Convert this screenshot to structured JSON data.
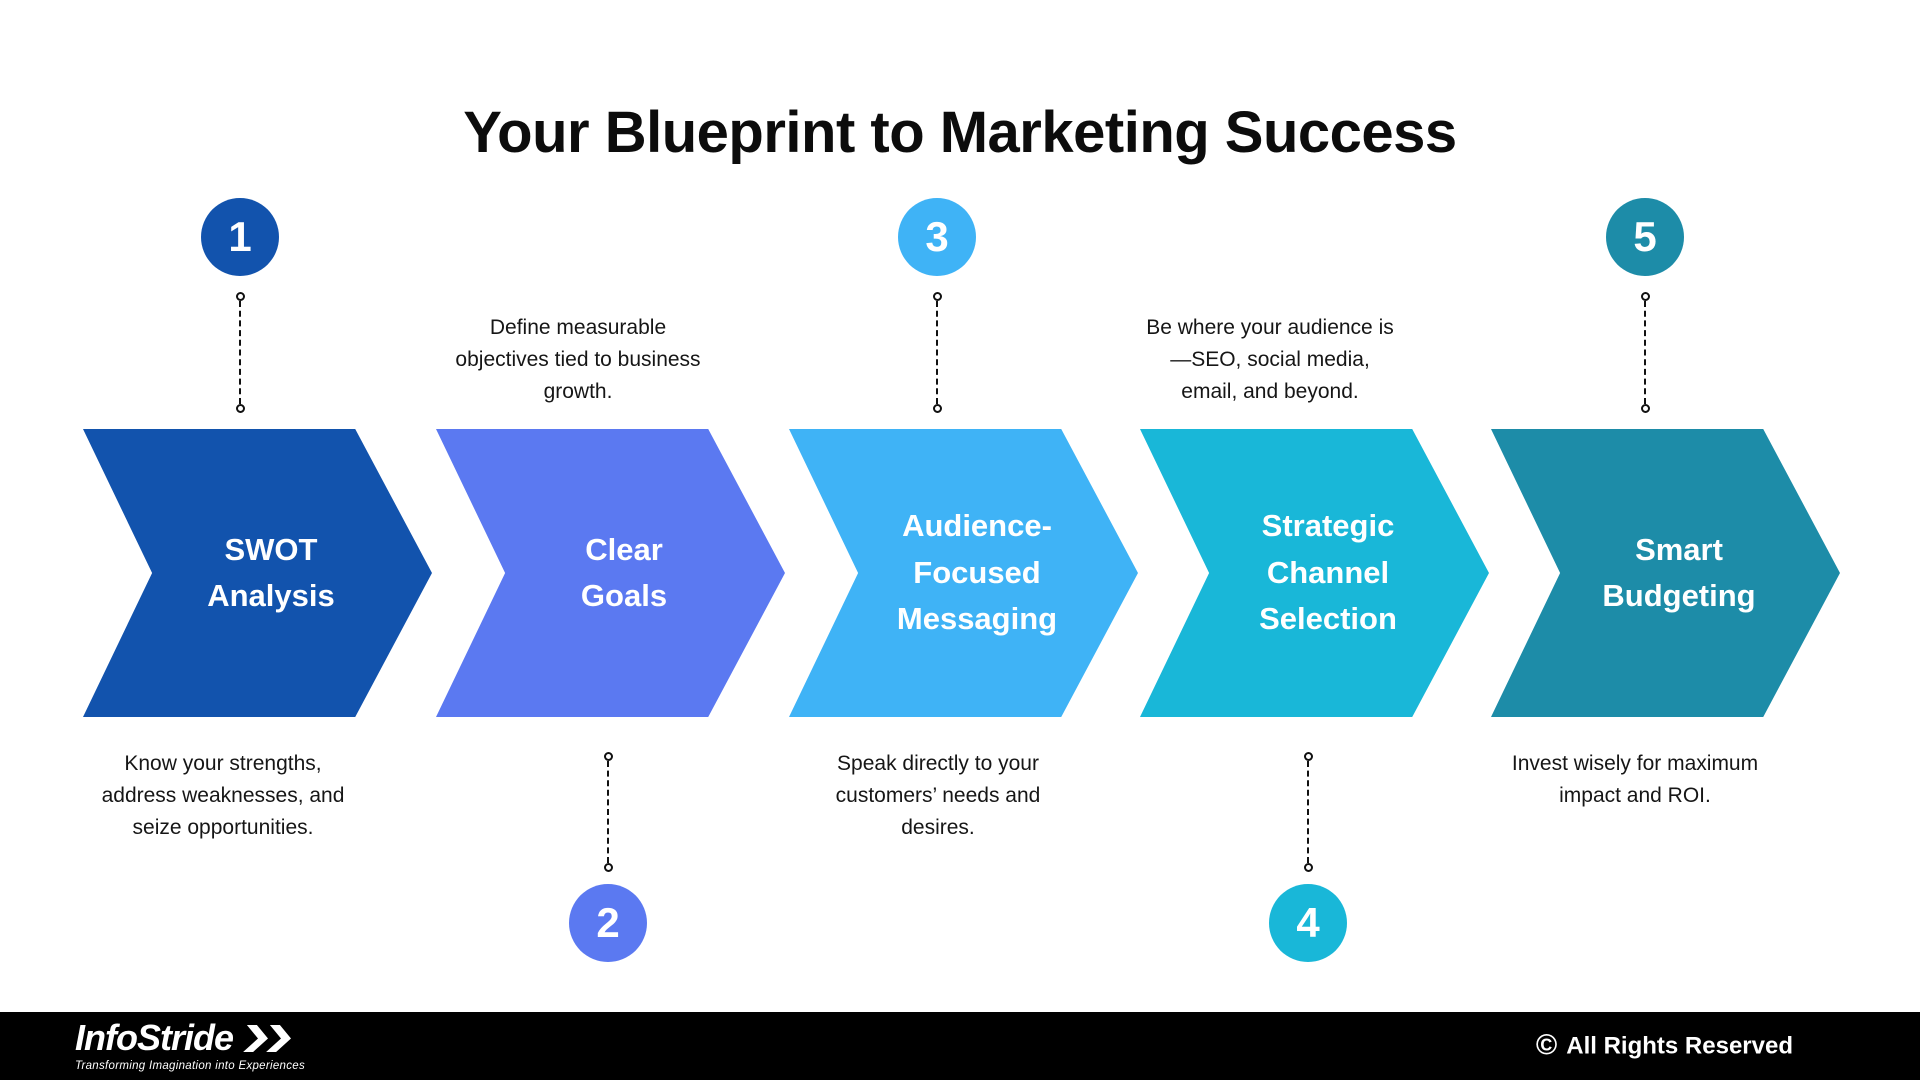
{
  "title": "Your Blueprint to Marketing Success",
  "steps": [
    {
      "number": "1",
      "label": "SWOT\nAnalysis",
      "description": "Know your strengths,\naddress weaknesses, and\nseize opportunities.",
      "color": "#1253ad",
      "number_position": "top",
      "description_position": "below"
    },
    {
      "number": "2",
      "label": "Clear\nGoals",
      "description": "Define measurable\nobjectives tied to business\ngrowth.",
      "color": "#5b79f1",
      "number_position": "bottom",
      "description_position": "above"
    },
    {
      "number": "3",
      "label": "Audience-\nFocused\nMessaging",
      "description": "Speak directly to your\ncustomers’ needs and\ndesires.",
      "color": "#3fb3f6",
      "number_position": "top",
      "description_position": "below"
    },
    {
      "number": "4",
      "label": "Strategic\nChannel\nSelection",
      "description": "Be where your audience is\n—SEO, social media,\nemail, and beyond.",
      "color": "#19b7d8",
      "number_position": "bottom",
      "description_position": "above"
    },
    {
      "number": "5",
      "label": "Smart\nBudgeting",
      "description": "Invest wisely for maximum\nimpact and ROI.",
      "color": "#1d8ca8",
      "number_position": "top",
      "description_position": "below"
    }
  ],
  "footer": {
    "background": "#000000",
    "logo_text": "InfoStride",
    "logo_arrows_icon": "double-chevron-right",
    "tagline": "Transforming Imagination into Experiences",
    "copyright_symbol": "©",
    "copyright_text": "All Rights Reserved"
  }
}
